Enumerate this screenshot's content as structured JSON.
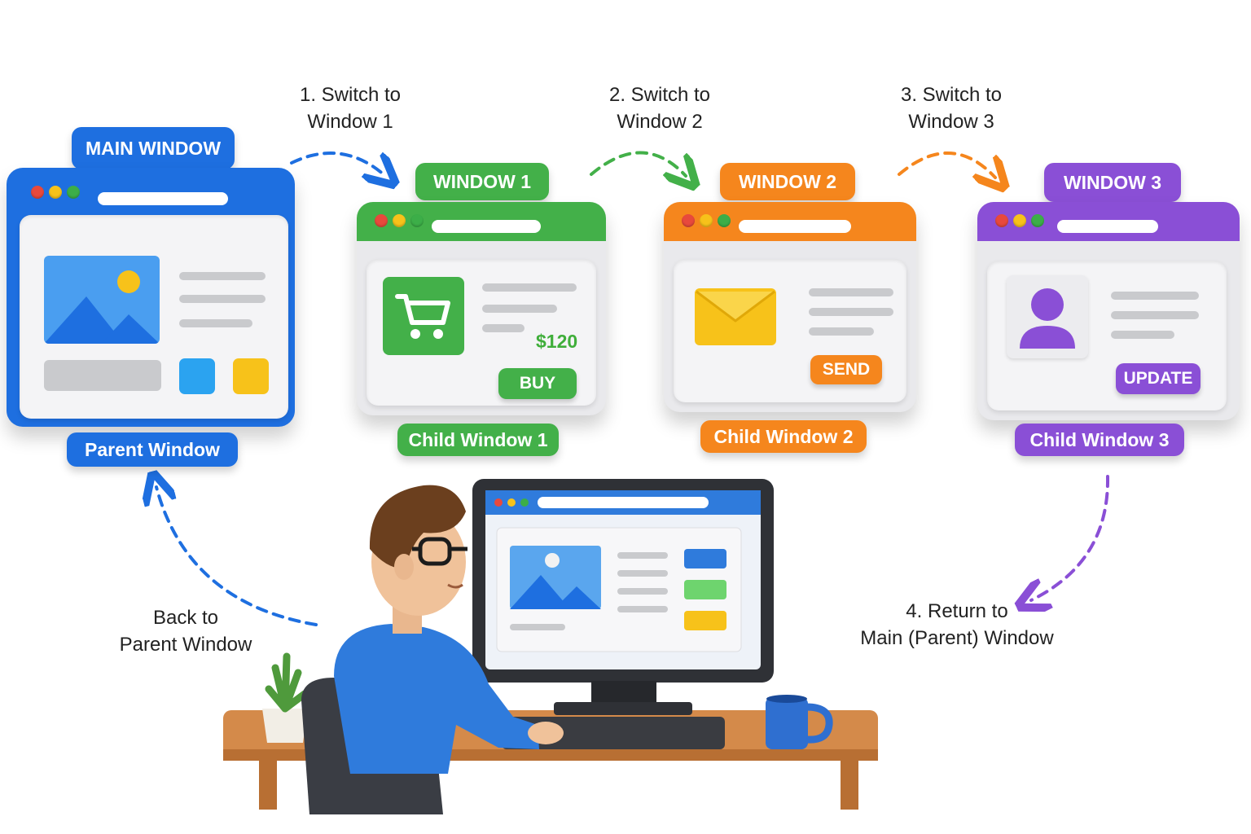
{
  "colors": {
    "blue": "#1e6fe0",
    "green": "#43b049",
    "orange": "#f5861d",
    "purple": "#8a4fd6",
    "dot_red": "#e8493c",
    "dot_yellow": "#f7c21a",
    "dot_green": "#3cae48"
  },
  "main_window": {
    "header": "MAIN WINDOW",
    "caption": "Parent Window"
  },
  "window1": {
    "header": "WINDOW 1",
    "caption": "Child Window 1",
    "price": "$120",
    "button": "BUY",
    "icon": "shopping-cart-icon"
  },
  "window2": {
    "header": "WINDOW 2",
    "caption": "Child Window 2",
    "button": "SEND",
    "icon": "envelope-icon"
  },
  "window3": {
    "header": "WINDOW 3",
    "caption": "Child Window 3",
    "button": "UPDATE",
    "icon": "user-icon"
  },
  "steps": {
    "s1": [
      "1. Switch to",
      "Window 1"
    ],
    "s2": [
      "2. Switch to",
      "Window 2"
    ],
    "s3": [
      "3. Switch to",
      "Window 3"
    ],
    "s4": [
      "4. Return to",
      "Main (Parent) Window"
    ],
    "back": [
      "Back to",
      "Parent Window"
    ]
  }
}
